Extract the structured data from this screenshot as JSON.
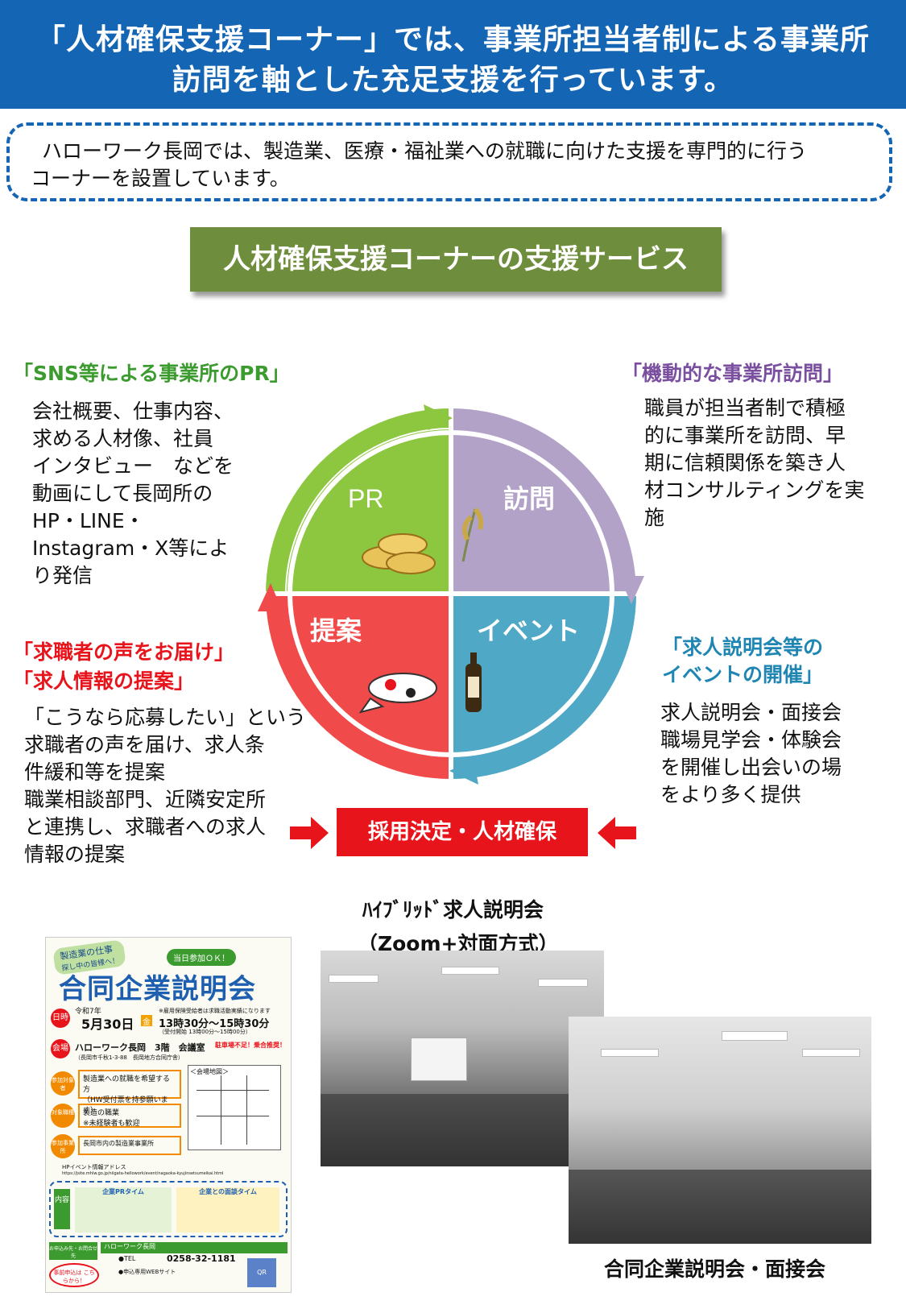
{
  "header": {
    "line1": "「人材確保支援コーナー」では、事業所担当者制による事業所",
    "line2": "訪問を軸とした充足支援を行っています。"
  },
  "intro": {
    "line1": "ハローワーク長岡では、製造業、医療・福祉業への就職に向けた支援を専門的に行う",
    "line2": "コーナーを設置しています。"
  },
  "service_title": "人材確保支援コーナーの支援サービス",
  "pr": {
    "heading": "「SNS等による事業所のPR」",
    "body": [
      "会社概要、仕事内容、",
      "求める人材像、社員",
      "インタビュー　などを",
      "動画にして長岡所の",
      "HP・LINE・",
      "Instagram・X等によ",
      "り発信"
    ]
  },
  "visit": {
    "heading": "「機動的な事業所訪問」",
    "body": [
      "職員が担当者制で積極",
      "的に事業所を訪問、早",
      "期に信頼関係を築き人",
      "材コンサルティングを実",
      "施"
    ]
  },
  "proposal": {
    "heading1": "「求職者の声をお届け」",
    "heading2": "「求人情報の提案」",
    "body": [
      "「こうなら応募したい」という",
      "求職者の声を届け、求人条",
      "件緩和等を提案",
      "職業相談部門、近隣安定所",
      "と連携し、求職者への求人",
      "情報の提案"
    ]
  },
  "event": {
    "heading1": "「求人説明会等の",
    "heading2": "イベントの開催」",
    "body": [
      "求人説明会・面接会",
      "職場見学会・体験会",
      "を開催し出会いの場",
      "をより多く提供"
    ]
  },
  "cycle": {
    "pr_label": "PR",
    "visit_label": "訪問",
    "proposal_label": "提案",
    "event_label": "イベント",
    "colors": {
      "pr": "#8dc63f",
      "visit": "#b3a2c8",
      "proposal": "#f04a4a",
      "event": "#4fa8c5"
    }
  },
  "result": "採用決定・人材確保",
  "hybrid": {
    "line1": "ﾊｲﾌﾞﾘｯﾄﾞ求人説明会",
    "line2": "（Zoom+対面方式）"
  },
  "photo_caption": "合同企業説明会・面接会",
  "flyer": {
    "tag1": "製造業の仕事",
    "tag1b": "探し中の皆様へ！",
    "tag2": "当日参加ＯＫ！",
    "title": "合同企業説明会",
    "date_label": "日時",
    "date_era": "令和7年",
    "date": "5月30日",
    "day": "金",
    "time": "13時30分～15時30分",
    "time_sub": "（受付開始 13時00分～15時00分）",
    "note": "※雇用保険受給者は求職活動実績になります",
    "venue_label": "会場",
    "venue": "ハローワーク長岡　3階　会議室",
    "venue_addr": "（長岡市千秋1-3-88　長岡地方合同庁舎）",
    "warn": "駐車場不足！乗合推奨！",
    "map_label": "＜会場地図＞",
    "target_label": "参加対象者",
    "target": "製造業への就職を希望する方",
    "target2": "（HW受付票を持参願います）",
    "industry_label": "対象職種",
    "industry": "製造の職業",
    "industry2": "※未経験者も歓迎",
    "company_label": "参加事業所",
    "company": "長岡市内の製造業事業所",
    "url_label": "HPイベント情報アドレス",
    "url": "https://jsite.mhlw.go.jp/niigata-hellowork/event/nagaoka-kyujinsetsumeikai.html",
    "content_label": "内容",
    "content_a": "企業PRタイム",
    "content_b": "企業との面談タイム",
    "contact_label": "お申込み先・お問合せ先",
    "contact_name": "ハローワーク長岡",
    "tel_label": "●TEL",
    "tel": "0258-32-1181",
    "web": "●申込専用WEBサイト",
    "reserve": "事前申込は こちらから！",
    "qr": "QR"
  }
}
